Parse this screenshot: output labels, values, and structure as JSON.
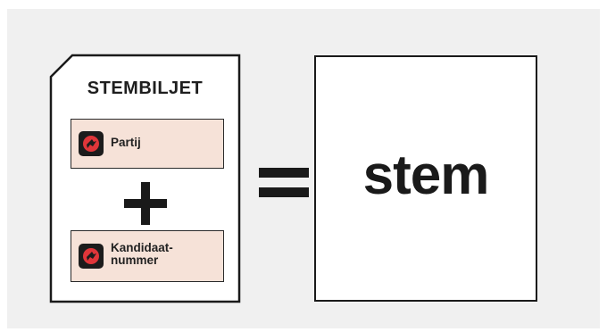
{
  "ticket": {
    "title": "STEMBILJET",
    "field_party": "Partij",
    "field_candidate_line1": "Kandidaat-",
    "field_candidate_line2": "nummer"
  },
  "result": {
    "word": "stem"
  },
  "colors": {
    "field_fill": "#f6e2d8",
    "ink": "#1a1a1a",
    "logo_red": "#e0363a",
    "panel_bg": "#f0f0f0"
  },
  "icons": {
    "party_logo": "red-logo-icon",
    "plus": "plus-icon",
    "equals": "equals-icon"
  }
}
